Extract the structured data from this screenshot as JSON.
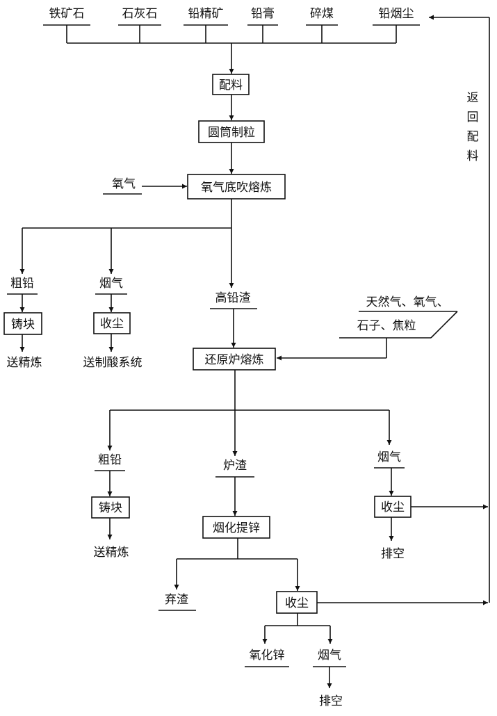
{
  "inputs": {
    "iron_ore": "铁矿石",
    "limestone": "石灰石",
    "lead_concentrate": "铅精矿",
    "lead_paste": "铅膏",
    "crushed_coal": "碎煤",
    "lead_dust": "铅烟尘"
  },
  "steps": {
    "batching": "配料",
    "drum_granulation": "圆筒制粒",
    "oxygen_bottom_blowing": "氧气底吹熔炼",
    "reduction_furnace": "还原炉熔炼",
    "fuming_zinc": "烟化提锌"
  },
  "oxygen": "氧气",
  "return_batching": [
    "返",
    "回",
    "配",
    "料"
  ],
  "branch1": {
    "crude_lead": "粗铅",
    "casting": "铸块",
    "to_refining": "送精炼",
    "flue_gas": "烟气",
    "dust_collection": "收尘",
    "to_acid_plant": "送制酸系统",
    "high_lead_slag": "高铅渣"
  },
  "reduction_inputs": {
    "line1": "天然气、氧气、",
    "line2": "石子、焦粒"
  },
  "branch2": {
    "crude_lead": "粗铅",
    "casting": "铸块",
    "to_refining": "送精炼",
    "furnace_slag": "炉渣",
    "flue_gas": "烟气",
    "dust_collection": "收尘",
    "vent": "排空"
  },
  "branch3": {
    "discard_slag": "弃渣",
    "dust_collection": "收尘",
    "zinc_oxide": "氧化锌",
    "flue_gas": "烟气",
    "vent": "排空"
  }
}
